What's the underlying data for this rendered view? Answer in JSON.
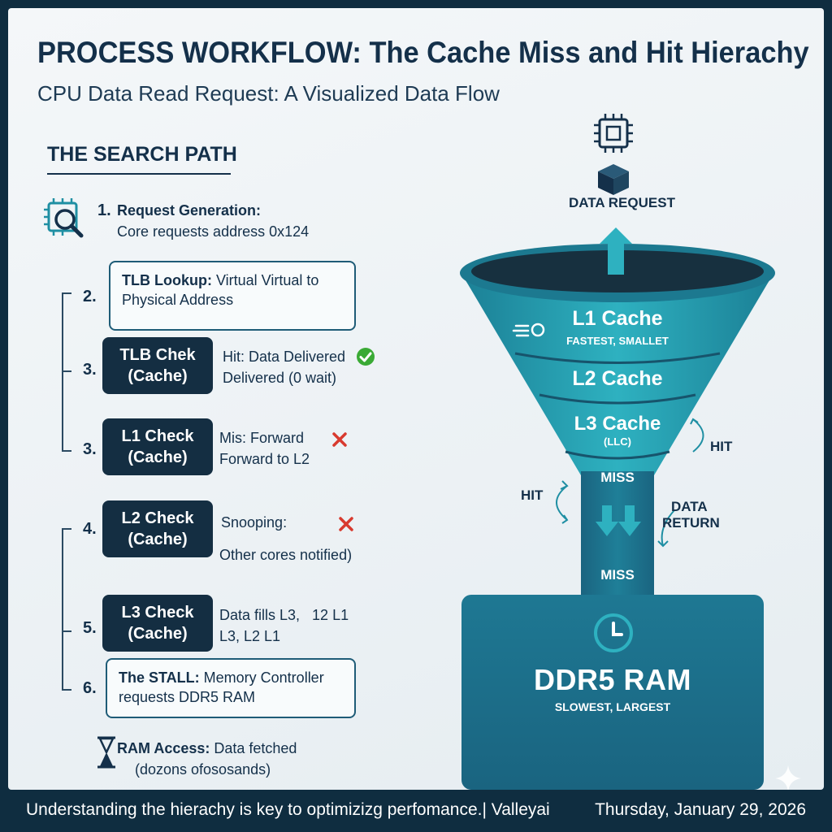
{
  "header": {
    "title": "PROCESS WORKFLOW: The Cache Miss and Hit Hierachy",
    "subtitle": "CPU Data Read Request: A Visualized Data Flow"
  },
  "search_path": {
    "heading": "THE SEARCH PATH",
    "step1": {
      "num": "1.",
      "title": "Request Generation:",
      "desc": "Core requests address 0x124"
    },
    "step2": {
      "num": "2.",
      "title": "TLB Lookup:",
      "desc_line1": " Virtual Virtual to",
      "desc_line2": "Physical Address"
    },
    "step3a": {
      "num": "3.",
      "box_line1": "TLB Chek",
      "box_line2": "(Cache)",
      "desc_line1": "Hit: Data Delivered",
      "desc_line2": "Delivered (0 wait)"
    },
    "step3b": {
      "num": "3.",
      "box_line1": "L1 Check",
      "box_line2": "(Cache)",
      "desc_line1": "Mis: Forward",
      "desc_line2": "Forward to L2"
    },
    "step4": {
      "num": "4.",
      "box_line1": "L2 Check",
      "box_line2": "(Cache)",
      "desc_line1": "Snooping:",
      "desc_line2": "Other cores notified)"
    },
    "step5": {
      "num": "5.",
      "box_line1": "L3 Check",
      "box_line2": "(Cache)",
      "desc_line1": "Data fills L3,   12 L1",
      "desc_line2": "L3, L2 L1"
    },
    "step6": {
      "num": "6.",
      "title": "The STALL:",
      "desc_line1": " Memory Controller",
      "desc_line2": "requests DDR5 RAM"
    },
    "ram_access": {
      "title": "RAM Access:",
      "desc_line1": " Data fetched",
      "desc_line2": "(dozons ofososands)"
    }
  },
  "diagram": {
    "data_request": "DATA REQUEST",
    "l1": {
      "name": "L1 Cache",
      "sub": "FASTEST, SMALLET"
    },
    "l2": {
      "name": "L2 Cache"
    },
    "l3": {
      "name": "L3 Cache",
      "sub": "(LLC)"
    },
    "miss_top": "MISS",
    "miss_bottom": "MISS",
    "hit_left": "HIT",
    "hit_right": "HIT",
    "data_return_line1": "DATA",
    "data_return_line2": "RETURN",
    "ram": {
      "name": "DDR5 RAM",
      "sub": "SLOWEST, LARGEST"
    }
  },
  "footer": {
    "text": "Understanding the hierachy is key to optimizizg perfomance.| Valleyai",
    "date": "Thursday, January 29, 2026"
  },
  "colors": {
    "teal_light": "#2fb3c0",
    "teal": "#1f8fa3",
    "teal_dark": "#1a6480",
    "navy": "#142e42",
    "green_check": "#3aaa35",
    "red_x": "#d83a2e"
  }
}
